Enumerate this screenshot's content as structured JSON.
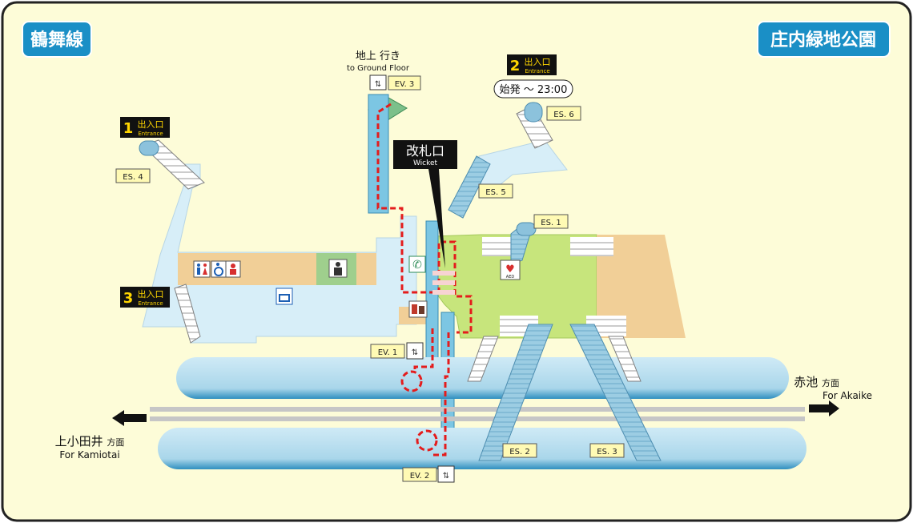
{
  "line_name": "鶴舞線",
  "station_name": "庄内緑地公園",
  "colors": {
    "background": "#fdfcd8",
    "frame": "#222222",
    "concourse": "#d7eef8",
    "paid_area": "#c7e57c",
    "facilities": "#f1cf97",
    "platform": "#aed9ec",
    "track": "#c6c6c6",
    "route": "#e41c1c",
    "badge": "#1a8fc6",
    "tag": "#fffab4"
  },
  "entrance_word": "出入口",
  "entrance_en": "Entrance",
  "exits": [
    {
      "number": "1"
    },
    {
      "number": "2",
      "note": "始発 ～ 23:00"
    },
    {
      "number": "3"
    }
  ],
  "ground_floor": {
    "jp": "地上 行き",
    "en": "to Ground Floor"
  },
  "wicket": {
    "jp": "改札口",
    "en": "Wicket"
  },
  "escalators": [
    "ES. 1",
    "ES. 2",
    "ES. 3",
    "ES. 4",
    "ES. 5",
    "ES. 6"
  ],
  "elevators": [
    "EV. 1",
    "EV. 2",
    "EV. 3"
  ],
  "directions": {
    "right": {
      "jp": "赤池",
      "suffix": "方面",
      "en": "For Akaike"
    },
    "left": {
      "jp": "上小田井",
      "suffix": "方面",
      "en": "For Kamiotai"
    }
  },
  "aed_label": "AED",
  "icons": [
    "restroom-icon",
    "wheelchair-icon",
    "family-restroom-icon",
    "station-office-icon",
    "locker-icon",
    "phone-icon",
    "aed-icon",
    "ticket-machine-icon",
    "elevator-icon"
  ]
}
